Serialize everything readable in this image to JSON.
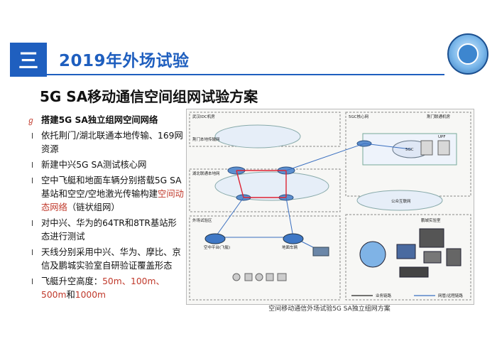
{
  "header": {
    "section_number": "三",
    "section_title": "2019年外场试验"
  },
  "slide_title": "5G SA移动通信空间组网试验方案",
  "bullets": {
    "main": "搭建5G SA独立组网空间网络",
    "items": [
      {
        "text": "依托荆门/湖北联通本地传输、169网资源"
      },
      {
        "text": "新建中兴5G SA测试核心网"
      },
      {
        "text_before": "空中飞艇和地面车辆分别搭载5G SA基站和空空/空地激光传输构建",
        "text_red": "空间动态网络",
        "text_after": "（链状组网）"
      },
      {
        "text": "对中兴、华为的64TR和8TR基站形态进行测试"
      },
      {
        "text": "天线分别采用中兴、华为、摩比、京信及鹏城实验室自研验证覆盖形态"
      },
      {
        "text_before": "飞艇升空高度：",
        "red1": "50m、100m、",
        "red2": "500m",
        "mid": "和",
        "red3": "1000m"
      }
    ]
  },
  "diagram": {
    "caption": "空间移动通信外场试验5G SA独立组网方案",
    "region_labels": [
      "武汉IDC机房",
      "荆门联通机房",
      "荆门本地传输网",
      "湖北联通本地网",
      "5GC",
      "UPF",
      "5GC核心网",
      "外场试验区",
      "公众互联网",
      "鹏城实验室",
      "空中平台(飞艇)",
      "地面车辆"
    ],
    "legend": [
      "业务链路",
      "网管/远程链路"
    ]
  }
}
